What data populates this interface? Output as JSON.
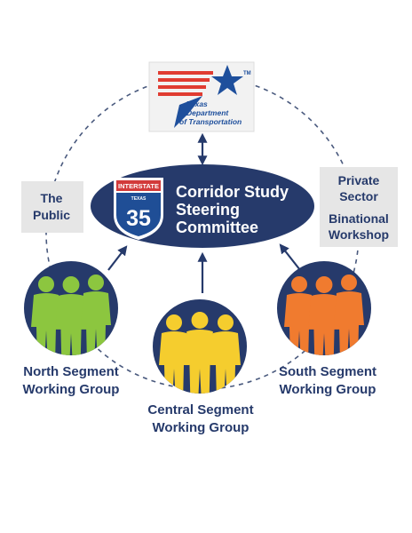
{
  "colors": {
    "navy": "#263a6b",
    "dash": "#4a5a7e",
    "label_box": "#e6e6e6",
    "north_people": "#8cc63f",
    "central_people": "#f5cd2e",
    "south_people": "#f07b2f",
    "shield_red": "#d23a3a",
    "shield_blue": "#1f4e96",
    "txdot_red": "#e03c31",
    "txdot_blue": "#1e4f9c"
  },
  "txdot": {
    "trademark": "TM",
    "line1": "Texas",
    "line2": "Department",
    "line3": "of Transportation"
  },
  "committee": {
    "shield_top": "INTERSTATE",
    "shield_state": "TEXAS",
    "shield_number": "35",
    "line1": "Corridor Study",
    "line2": "Steering",
    "line3": "Committee"
  },
  "public_box": {
    "line1": "The",
    "line2": "Public"
  },
  "private_box": {
    "line1": "Private",
    "line2": "Sector",
    "line3": "Binational",
    "line4": "Workshop"
  },
  "groups": {
    "north": {
      "line1": "North Segment",
      "line2": "Working Group"
    },
    "central": {
      "line1": "Central Segment",
      "line2": "Working Group"
    },
    "south": {
      "line1": "South Segment",
      "line2": "Working Group"
    }
  }
}
